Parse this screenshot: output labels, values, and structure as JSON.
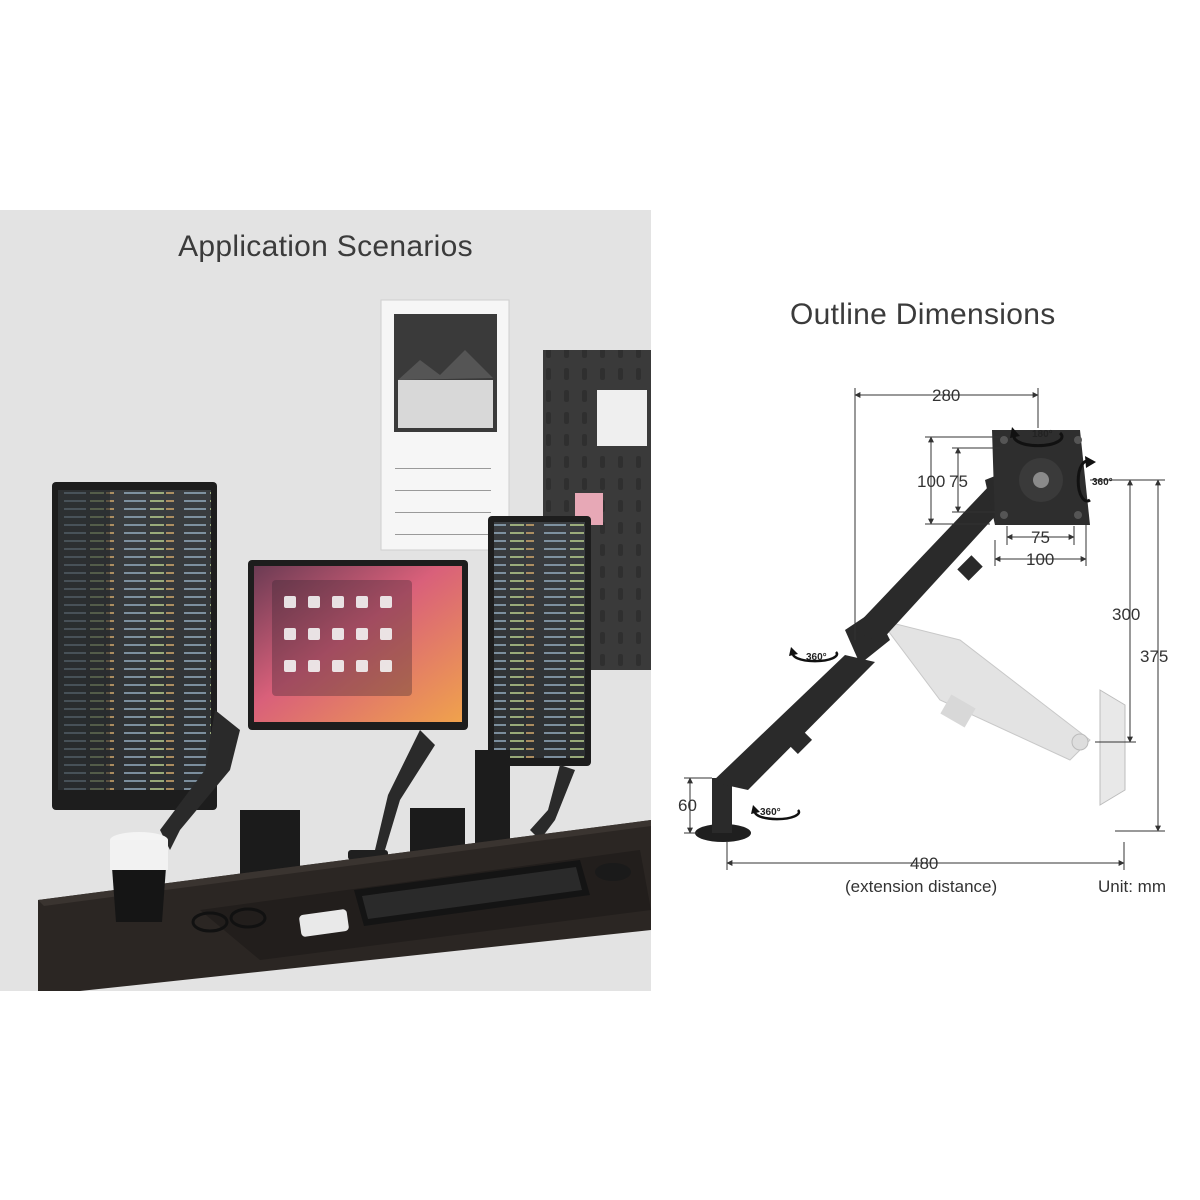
{
  "left_panel": {
    "title": "Application Scenarios"
  },
  "right_panel": {
    "title": "Outline Dimensions",
    "labels": {
      "width_280": "280",
      "vesa_outer_vertical": "100",
      "vesa_inner_vertical": "75",
      "vesa_inner_horizontal": "75",
      "vesa_outer_horizontal": "100",
      "height_300": "300",
      "height_375": "375",
      "base_60": "60",
      "extension_480": "480",
      "extension_caption": "(extension distance)",
      "unit": "Unit: mm",
      "rotate_plate": "180°",
      "rotate_tilt": "360°",
      "rotate_elbow": "360°",
      "rotate_base": "360°"
    }
  },
  "colors": {
    "arm": "#2a2a2a",
    "ghost_arm": "#e4e4e4",
    "desk": "#2b2623",
    "screen_gradient": [
      "#e06a6a",
      "#f0a050"
    ]
  }
}
